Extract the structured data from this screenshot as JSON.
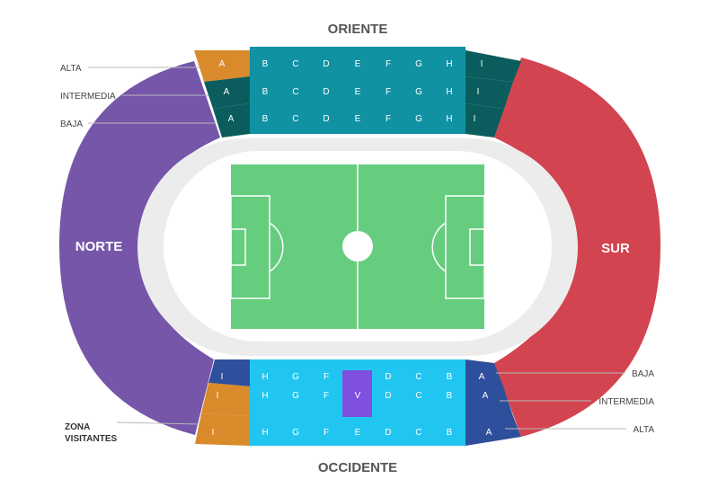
{
  "titles": {
    "east": "ORIENTE",
    "west": "OCCIDENTE",
    "north": "NORTE",
    "south": "SUR"
  },
  "colors": {
    "north": "#7556a9",
    "south": "#d2444f",
    "orange": "#d98a2b",
    "east_teal": "#1092a3",
    "east_dark": "#0b5d5d",
    "west_cyan": "#21c6f0",
    "west_navy": "#2e4f9c",
    "visitor": "#7f4fe0",
    "pitch": "#66cd7f",
    "track": "#ececec"
  },
  "tiers_left": [
    "ALTA",
    "INTERMEDIA",
    "BAJA"
  ],
  "tiers_right": [
    "BAJA",
    "INTERMEDIA",
    "ALTA"
  ],
  "visitors_zone": [
    "ZONA",
    "VISITANTES"
  ],
  "east_rows": [
    [
      "A",
      "B",
      "C",
      "D",
      "E",
      "F",
      "G",
      "H",
      "I"
    ],
    [
      "A",
      "B",
      "C",
      "D",
      "E",
      "F",
      "G",
      "H",
      "I"
    ],
    [
      "A",
      "B",
      "C",
      "D",
      "E",
      "F",
      "G",
      "H",
      "I"
    ]
  ],
  "west_rows": [
    [
      "I",
      "H",
      "G",
      "F",
      "",
      "D",
      "C",
      "B",
      "A"
    ],
    [
      "I",
      "H",
      "G",
      "F",
      "V",
      "D",
      "C",
      "B",
      "A"
    ],
    [
      "I",
      "H",
      "G",
      "F",
      "E",
      "D",
      "C",
      "B",
      "A"
    ]
  ]
}
